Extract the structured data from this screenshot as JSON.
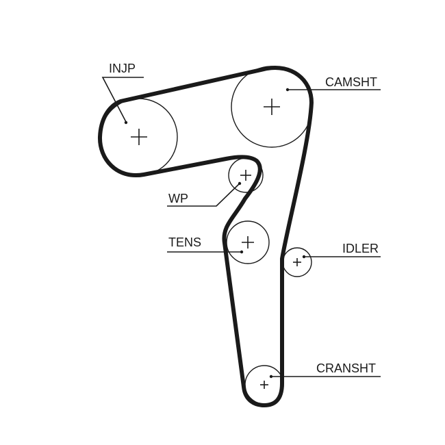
{
  "diagram": {
    "labels": {
      "injp": "INJP",
      "camsht": "CAMSHT",
      "wp": "WP",
      "tens": "TENS",
      "idler": "IDLER",
      "cransht": "CRANSHT"
    }
  }
}
